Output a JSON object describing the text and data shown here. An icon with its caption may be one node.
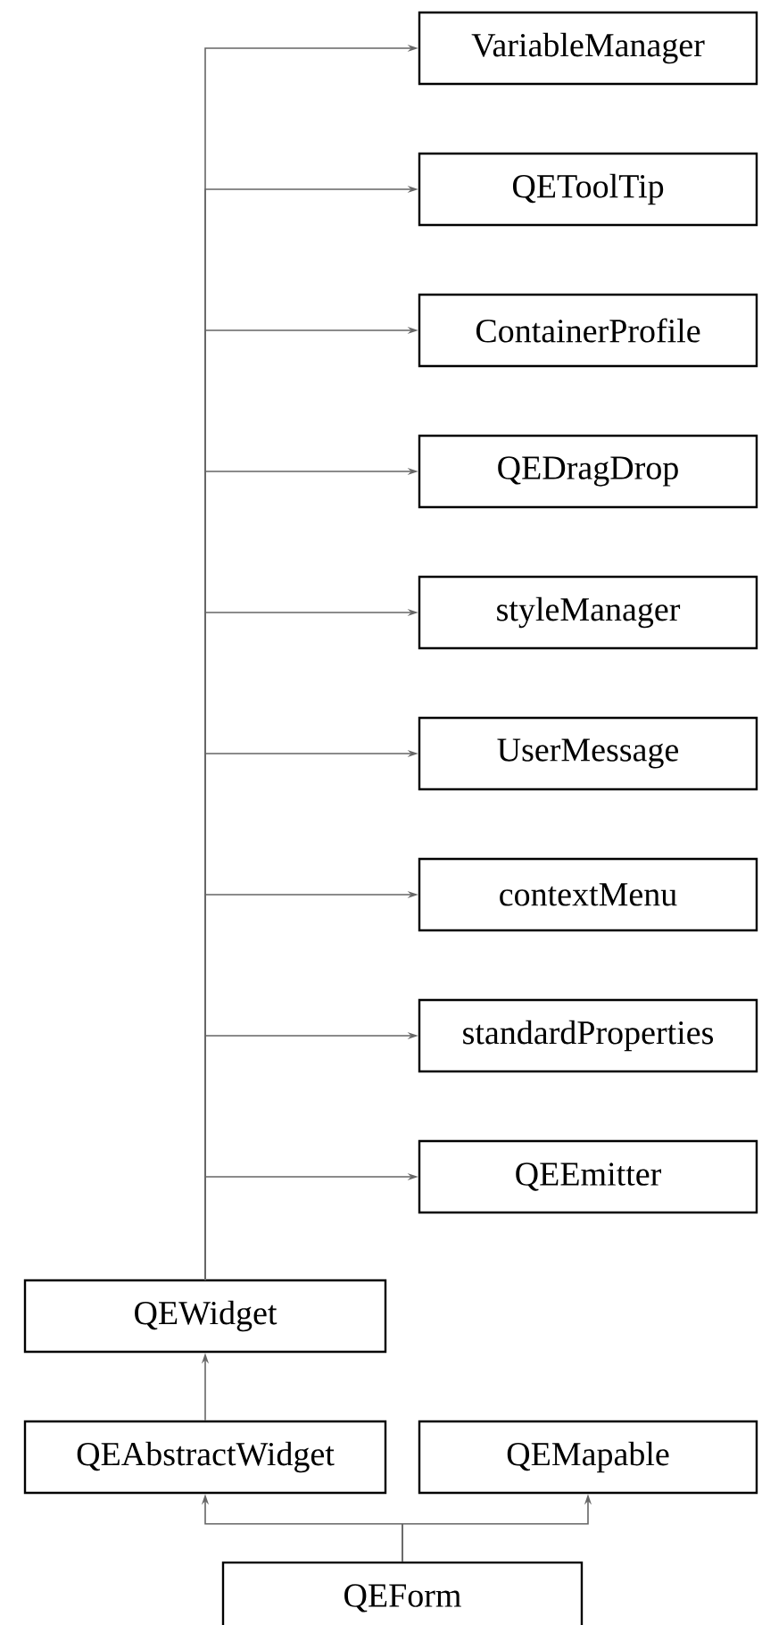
{
  "diagram": {
    "nodes": [
      {
        "text": [
          "VariableManager"
        ]
      },
      {
        "text": [
          "QEToolTip"
        ]
      },
      {
        "text": [
          "ContainerProfile"
        ]
      },
      {
        "text": [
          "QEDragDrop"
        ]
      },
      {
        "text": [
          "styleManager"
        ]
      },
      {
        "text": [
          "UserMessage"
        ]
      },
      {
        "text": [
          "contextMenu"
        ]
      },
      {
        "text": [
          "standardProperties"
        ]
      },
      {
        "text": [
          "QEEmitter"
        ]
      },
      {
        "text": [
          "QEWidget"
        ]
      },
      {
        "text": [
          "QEAbstractWidget"
        ]
      },
      {
        "text": [
          "QEMapable"
        ]
      },
      {
        "text": [
          "QEForm"
        ]
      }
    ],
    "edges": [
      {
        "from": 9,
        "to": 0,
        "arrow": "to"
      },
      {
        "from": 9,
        "to": 1,
        "arrow": "to"
      },
      {
        "from": 9,
        "to": 2,
        "arrow": "to"
      },
      {
        "from": 9,
        "to": 3,
        "arrow": "to"
      },
      {
        "from": 9,
        "to": 4,
        "arrow": "to"
      },
      {
        "from": 9,
        "to": 5,
        "arrow": "to"
      },
      {
        "from": 9,
        "to": 6,
        "arrow": "to"
      },
      {
        "from": 9,
        "to": 7,
        "arrow": "to"
      },
      {
        "from": 9,
        "to": 8,
        "arrow": "to"
      },
      {
        "from": 10,
        "to": 9,
        "arrow": "to"
      },
      {
        "from": 12,
        "to": 10,
        "arrow": "to"
      },
      {
        "from": 12,
        "to": 11,
        "arrow": "to"
      }
    ]
  }
}
